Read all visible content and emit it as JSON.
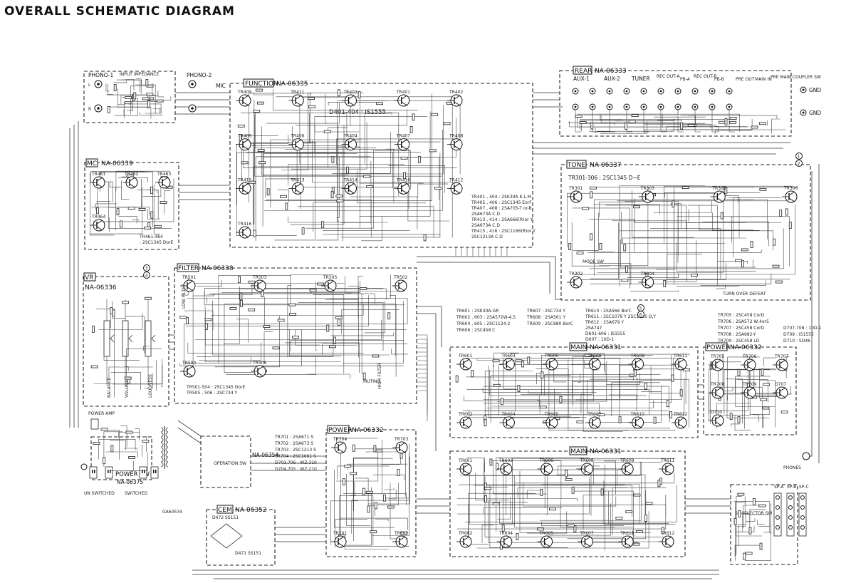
{
  "title": "OVERALL SCHEMATIC DIAGRAM",
  "sections": {
    "rear": {
      "tag": "REAR",
      "code": "NA-06333"
    },
    "function": {
      "tag": "FUNCTION",
      "code": "NA-06335"
    },
    "mc": {
      "tag": "MC",
      "code": "NA-06339"
    },
    "tone": {
      "tag": "TONE",
      "code": "NA-06337"
    },
    "vr": {
      "tag": "VR",
      "code": "NA-06336"
    },
    "filter": {
      "tag": "FILTER",
      "code": "NA-06338"
    },
    "main_top": {
      "tag": "MAIN",
      "code": "NA-06331"
    },
    "main_bottom": {
      "tag": "MAIN",
      "code": "NA-06331"
    },
    "power_right": {
      "tag": "POWER",
      "code": "NA-06332"
    },
    "power_mid": {
      "tag": "POWER",
      "code": "NA-06332"
    },
    "cem": {
      "tag": "CEM",
      "code": "NA-06352"
    }
  },
  "labels": {
    "phono1": "PHONO-1",
    "phono2": "PHONO-2",
    "input_impedance": "INPUT IMPEDANCE",
    "mic": "MIC",
    "aux1": "AUX-1",
    "aux2": "AUX-2",
    "tuner": "TUNER",
    "rec_out_a": "REC OUT-A",
    "pb_a": "PB-A",
    "rec_out_b": "REC OUT-B",
    "pb_b": "PB-B",
    "pre_out": "PRE OUT",
    "main_in": "MAIN IN",
    "pre_main_coupler": "PRE MAIN COUPLER SW",
    "gnd1": "GND",
    "gnd2": "GND",
    "mode_sw": "MODE SW",
    "turn_over_defeat": "TURN OVER DEFEAT",
    "balance": "BALANCE",
    "volume": "VOLUME",
    "loudness": "LOUDNESS",
    "muting": "MUTING",
    "high_filter": "HIGH FILTER",
    "low_filter": "LOW FILTER",
    "power_amp": "POWER AMP",
    "power_sw": "POWER SW",
    "power_sw_code": "NA-06375",
    "un_switched": "UN SWITCHED",
    "switched": "SWITCHED",
    "operation_sw": "OPERATION SW",
    "na06354": "NA-06354",
    "ga60534": "GA60534",
    "phones": "PHONES",
    "sp_selector": "SP SELECTOR SW",
    "sp_a": "SP-A",
    "sp_b": "SP-B",
    "sp_c": "SP-C"
  },
  "notes": {
    "function_tr": [
      "TR401 , 404   : 2SK30A K.L.M",
      "TR405 , 406   : 2SC1345 EorF",
      "TR407 , 408   : 2SA705-T or-B",
      "                  2SA673A C.D",
      "TR413 , 414   : 2SA666(R)or Y",
      "                  2SA673A C.D",
      "TR415 , 416   : 2SC1166(R)or Y",
      "                  2SC1213A C.D"
    ],
    "function_diode": "D401-404 : IS1555",
    "mc_tr": [
      "TR461-464",
      ": 2SC1345 DorE"
    ],
    "tone_tr": "TR301-306 : 2SC1345 D~E",
    "filter_tr": [
      "TR501-504 : 2SC1345 DorE",
      "TR505 , 506 : 2SC734 Y"
    ],
    "main_tr": [
      "TR601           : 2SK30A-GR",
      "TR602 , 603   : 2SA572W-4,5",
      "TR604 , 605   : 2SC1124-2",
      "TR606           : 2SC458 C"
    ],
    "main_tr2": [
      "TR607 : 2SC734 Y",
      "TR608 : 2SA561 Y",
      "TR609 : 2SC680 BorC"
    ],
    "main_tr3": [
      "TR610 : 2SA566 BorC",
      "TR611 : 2SC1079 Y  2SC1116 O,Y",
      "TR612 : 2SA679 Y",
      "            2SA747",
      "D601-606 : IS1555",
      "D607        : 10D-1"
    ],
    "power_tr": [
      "TR705 : 2SC458 CorD",
      "TR706 : 2SA572 W,4or5",
      "TR707 : 2SC458 CorD",
      "TR708 : 2SA682-Y",
      "TR709 : 2SC458 LD"
    ],
    "power_d": [
      "D707,708 : 10D-1",
      "D709 : IS1555",
      "D710 : SD46"
    ],
    "psu_tr": [
      "TR701 : 2SA671 S",
      "TR702 : 2SA673 S",
      "TR703 : 2SC1213 S",
      "TR704 : 2SC1061 S",
      "D703,706 : WZ-310",
      "D704,705 : WZ-210"
    ],
    "cem_parts": [
      "D472 SS151",
      "D471 SS151"
    ]
  },
  "transistors": {
    "function": [
      "TR409",
      "TR411",
      "TR403",
      "TR401",
      "TR402",
      "TR405",
      "TR406",
      "TR404",
      "TR407",
      "TR408",
      "TR415",
      "TR413",
      "TR414",
      "TR410",
      "TR412",
      "TR416"
    ],
    "mc": [
      "TR461",
      "TR462",
      "TR463",
      "TR464"
    ],
    "tone": [
      "TR301",
      "TR303",
      "TR305",
      "TR306",
      "TR302",
      "TR304"
    ],
    "filter": [
      "TR501",
      "TR503",
      "TR505",
      "TR502",
      "TR504",
      "TR506"
    ],
    "main_top": [
      "TR601",
      "TR603",
      "TR606",
      "TR608",
      "TR609",
      "TR611",
      "TR602",
      "TR604",
      "TR605",
      "TR607",
      "TR610",
      "TR612"
    ],
    "main_bottom": [
      "TR601",
      "TR603",
      "TR606",
      "TR608",
      "TR609",
      "TR611",
      "TR602",
      "TR604",
      "TR605",
      "TR607",
      "TR610",
      "TR612"
    ],
    "power_right": [
      "TR705",
      "TR706",
      "TR707",
      "TR708",
      "TR709",
      "D707",
      "D710"
    ],
    "power_mid": [
      "TR704",
      "TR703",
      "TR701",
      "TR702"
    ]
  },
  "terminals": [
    "1",
    "2",
    "3",
    "4",
    "5",
    "6"
  ],
  "colors": {
    "line": "#222222",
    "background": "#ffffff"
  }
}
